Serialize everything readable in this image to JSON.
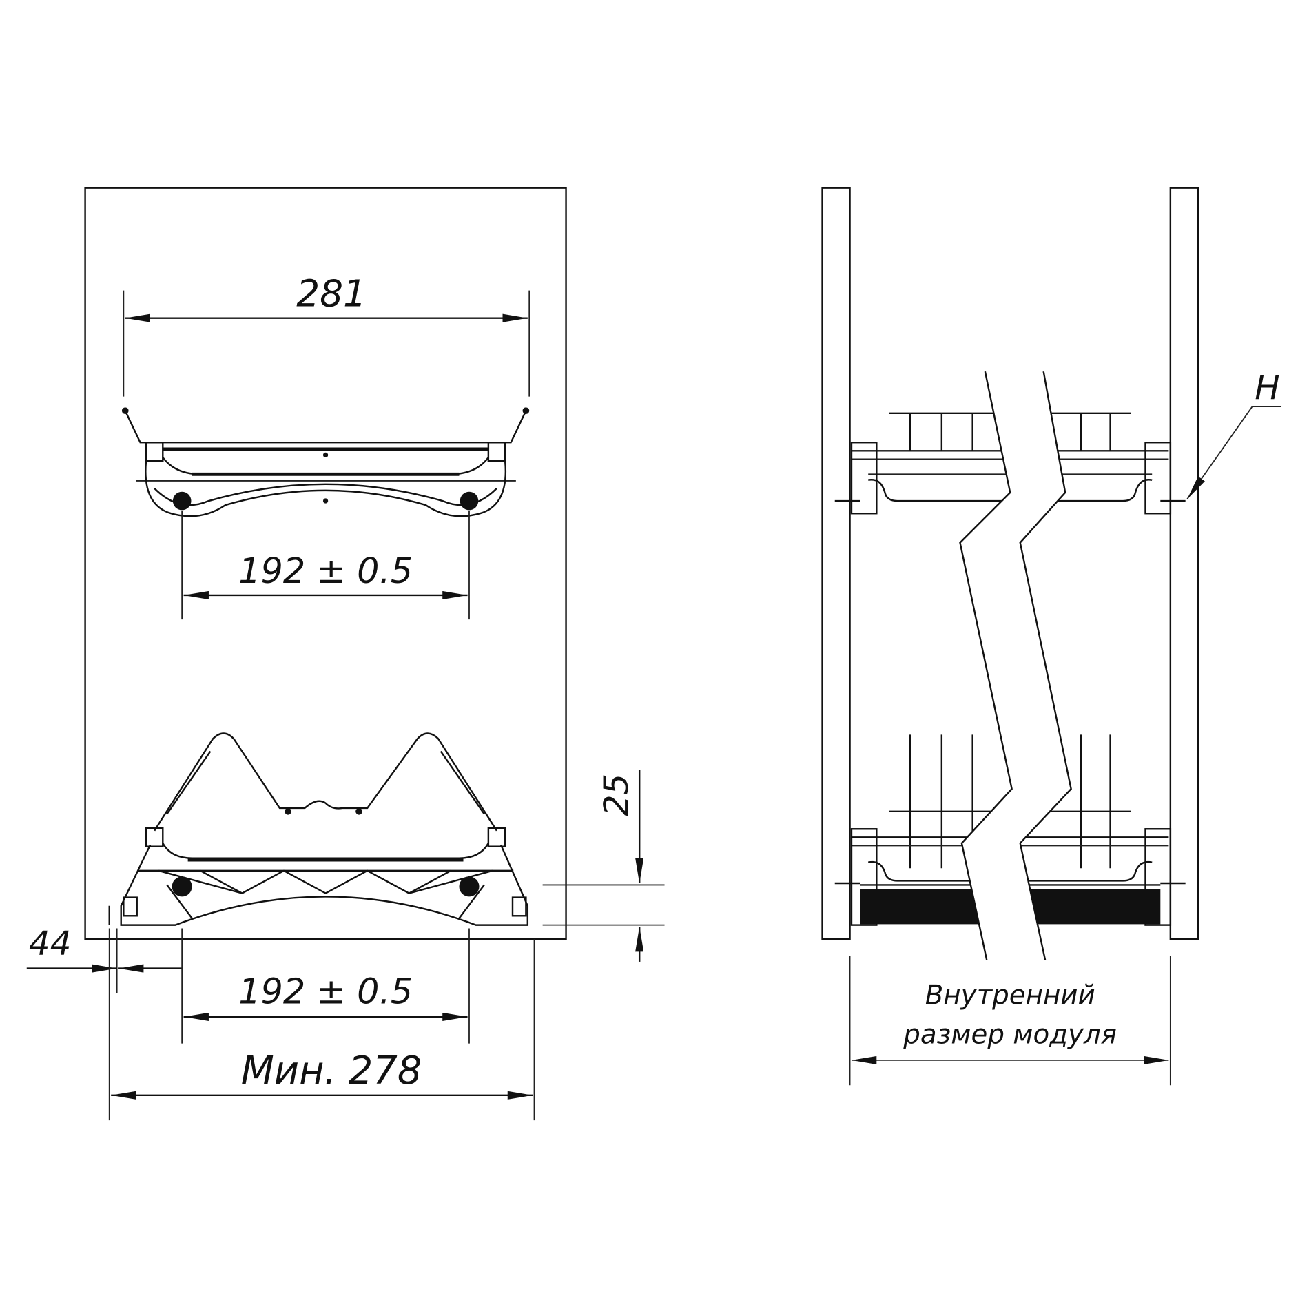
{
  "front_view": {
    "dim_basket_width": "281",
    "dim_top_rail_spacing": "192 ± 0.5",
    "dim_bottom_rail_spacing": "192 ± 0.5",
    "dim_offset": "44",
    "dim_height": "25",
    "dim_min_width": "Мин. 278"
  },
  "side_view": {
    "label_h": "H",
    "dim_inner_line1": "Внутренний",
    "dim_inner_line2": "размер модуля"
  },
  "colors": {
    "line": "#111111",
    "background": "#ffffff"
  }
}
